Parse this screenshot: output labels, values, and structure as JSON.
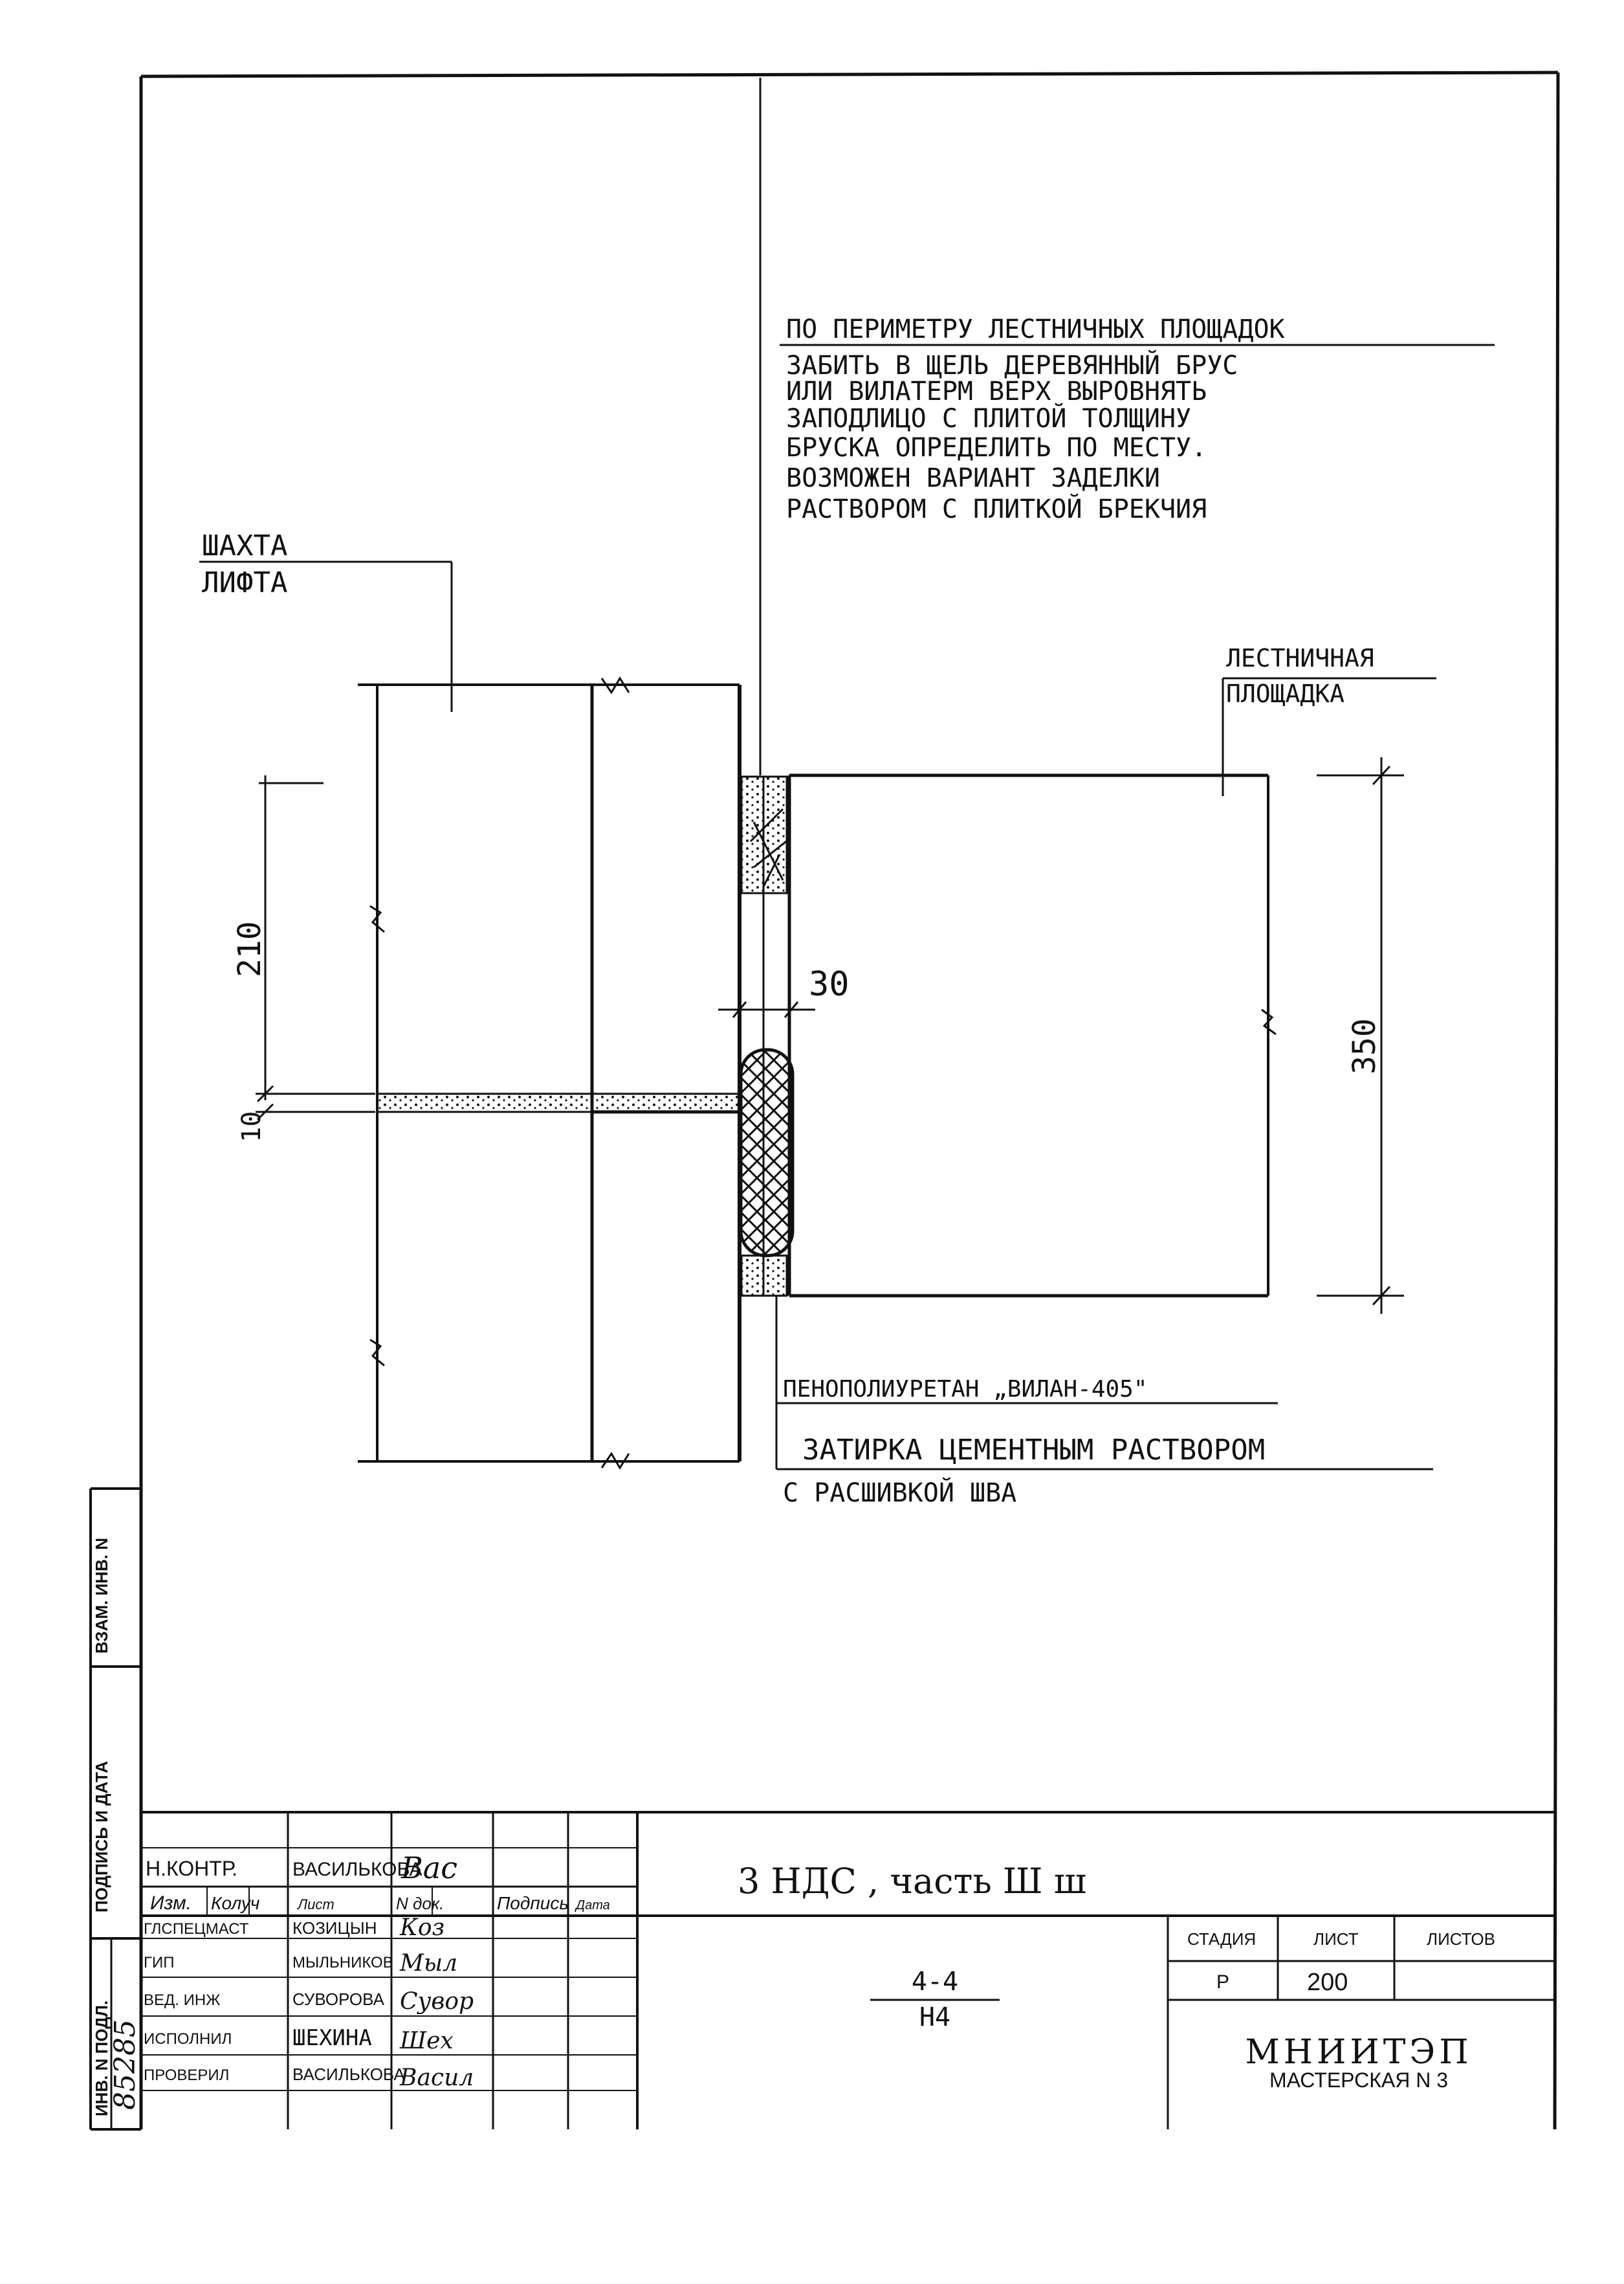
{
  "notes": {
    "perimeter": {
      "heading": "ПО ПЕРИМЕТРУ ЛЕСТНИЧНЫХ ПЛОЩАДОК",
      "lines": [
        "ЗАБИТЬ В ЩЕЛЬ ДЕРЕВЯННЫЙ БРУС",
        "ИЛИ ВИЛАТЕРМ   ВЕРХ ВЫРОВНЯТЬ",
        "ЗАПОДЛИЦО С ПЛИТОЙ  ТОЛЩИНУ",
        "БРУСКА ОПРЕДЕЛИТЬ ПО МЕСТУ.",
        "ВОЗМОЖЕН ВАРИАНТ ЗАДЕЛКИ",
        "РАСТВОРОМ С ПЛИТКОЙ БРЕКЧИЯ"
      ]
    },
    "shaft_top": "ШАХТА",
    "shaft_bottom": "ЛИФТА",
    "landing_top": "ЛЕСТНИЧНАЯ",
    "landing_bottom": "ПЛОЩАДКА",
    "foam": "ПЕНОПОЛИУРЕТАН „ВИЛАН-405\"",
    "grout_line1": "ЗАТИРКА ЦЕМЕНТНЫМ РАСТВОРОМ",
    "grout_line2": "С РАСШИВКОЙ ШВА"
  },
  "dimensions": {
    "d210": "210",
    "d10": "10",
    "d30": "30",
    "d350": "350"
  },
  "side_stamp": {
    "inv_podl": "ИНВ. N ПОДЛ.",
    "podpis_data": "ПОДПИСЬ И ДАТА",
    "vzam_inv": "ВЗАМ. ИНВ. N",
    "inv_number": "85285"
  },
  "title_block": {
    "n_kontr_label": "Н.КОНТР.",
    "n_kontr_name": "ВАСИЛЬКОВА",
    "n_kontr_sign": "Вас",
    "columns": [
      "Изм.",
      "Колуч",
      "Лист",
      "N док.",
      "Подпись",
      "Дата"
    ],
    "roles": [
      {
        "role": "ГЛСПЕЦМАСТ",
        "name": "КОЗИЦЫН",
        "sign": "Коз"
      },
      {
        "role": "ГИП",
        "name": "МЫЛЬНИКОВ",
        "sign": "Мыл"
      },
      {
        "role": "ВЕД. ИНЖ",
        "name": "СУВОРОВА",
        "sign": "Сувор"
      },
      {
        "role": "ИСПОЛНИЛ",
        "name": "ШЕХИНА",
        "sign": "Шех"
      },
      {
        "role": "ПРОВЕРИЛ",
        "name": "ВАСИЛЬКОВА",
        "sign": "Васил"
      }
    ],
    "project": "3 НДС , часть Ш ш",
    "drawing_num_top": "4-4",
    "drawing_num_bottom": "Н4",
    "stage_label": "СТАДИЯ",
    "sheet_label": "ЛИСТ",
    "sheets_label": "ЛИСТОВ",
    "stage": "Р",
    "sheet": "200",
    "sheets": "",
    "org": "МНИИТЭП",
    "workshop": "МАСТЕРСКАЯ N 3"
  }
}
